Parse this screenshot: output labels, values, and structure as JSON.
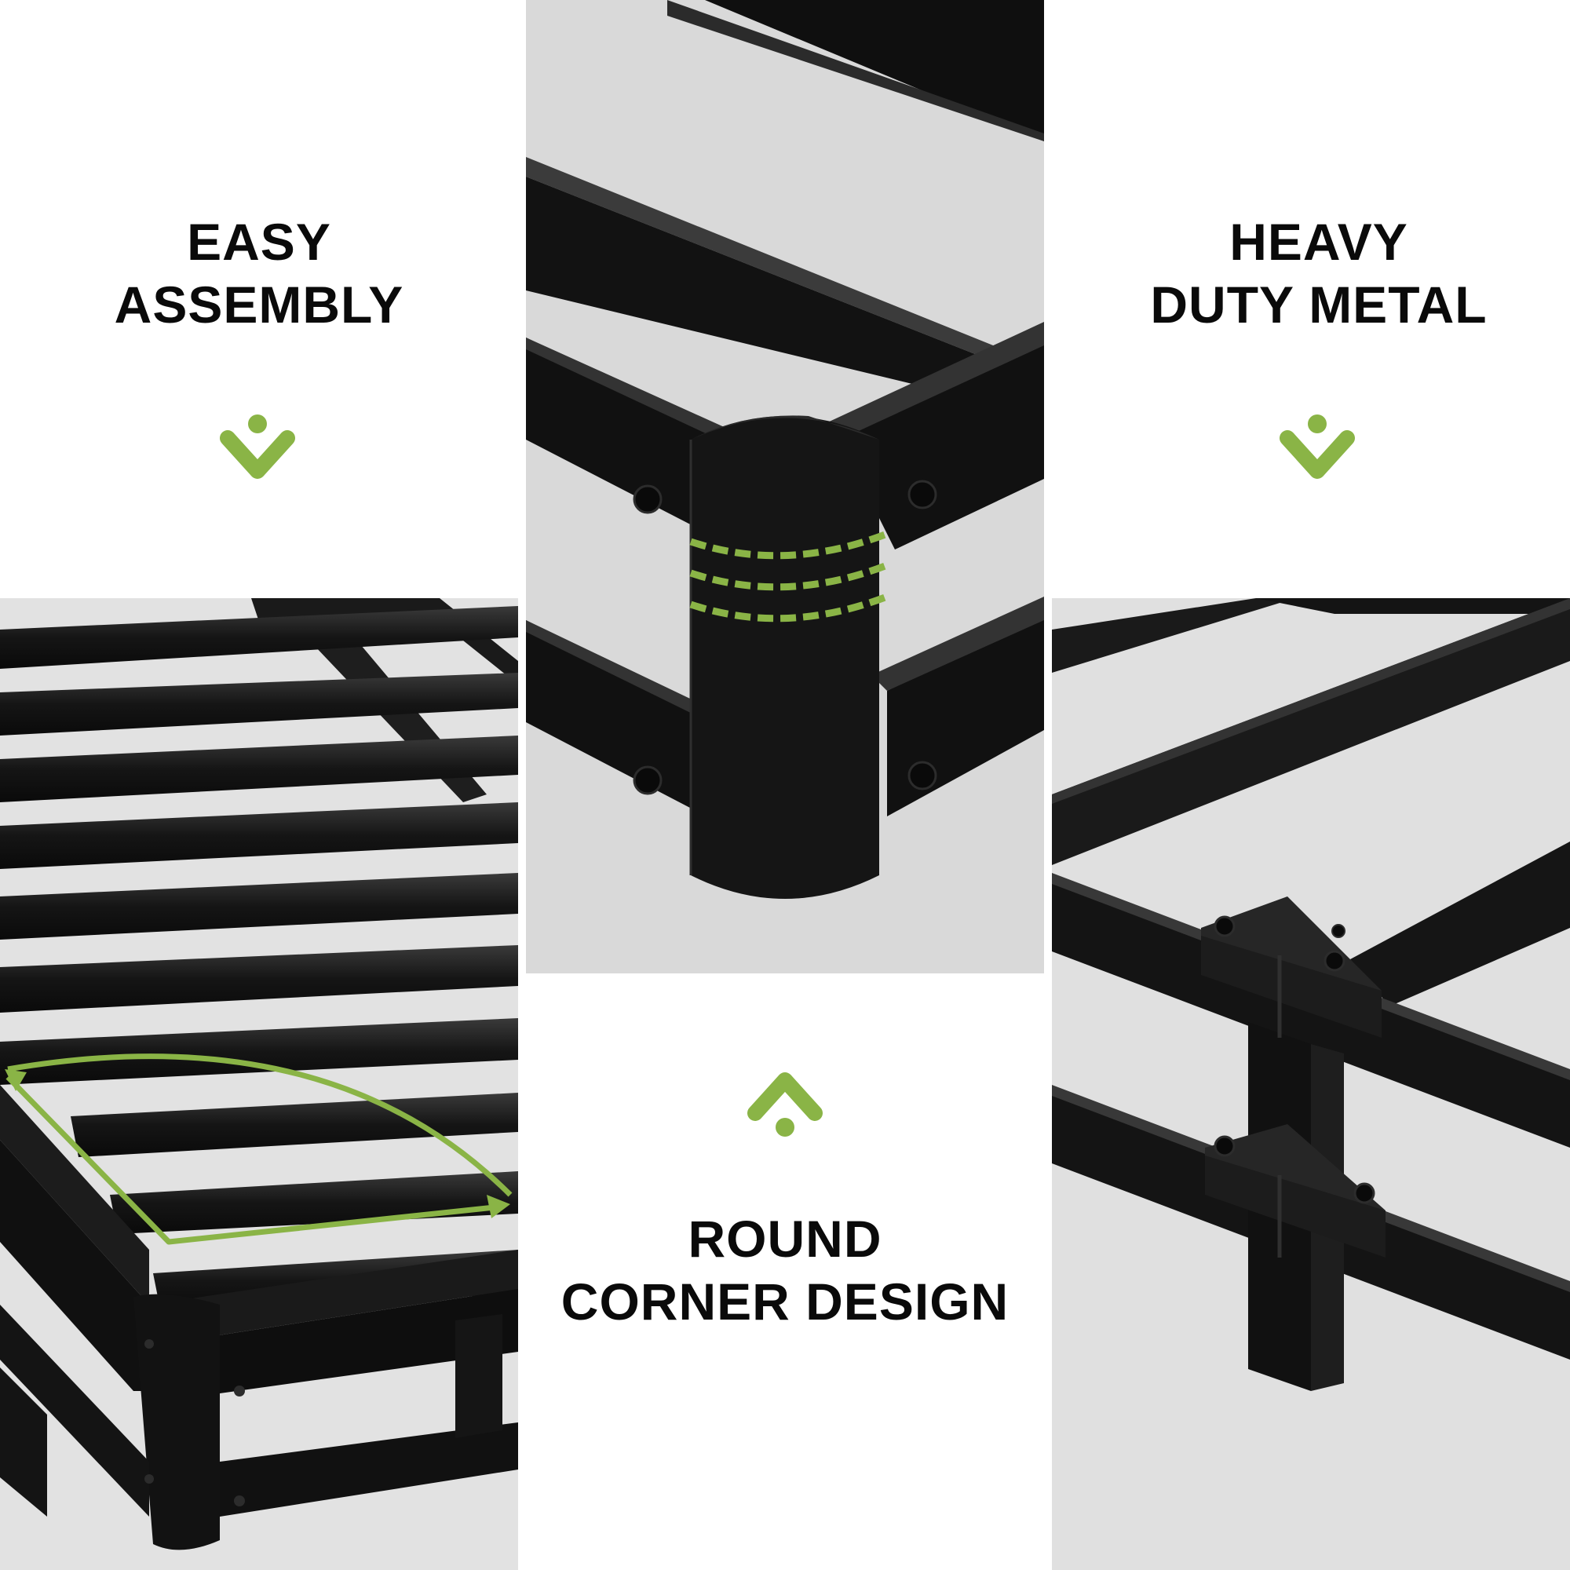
{
  "colors": {
    "accent": "#8ab446",
    "panel_background": "#dedede",
    "metal": "#141414",
    "text": "#0a0a0a"
  },
  "features": [
    {
      "line1": "EASY",
      "line2": "ASSEMBLY",
      "icon": "chevron-down-icon"
    },
    {
      "line1": "ROUND",
      "line2": "CORNER DESIGN",
      "icon": "chevron-up-icon"
    },
    {
      "line1": "HEAVY",
      "line2": "DUTY METAL",
      "icon": "chevron-down-icon"
    }
  ]
}
